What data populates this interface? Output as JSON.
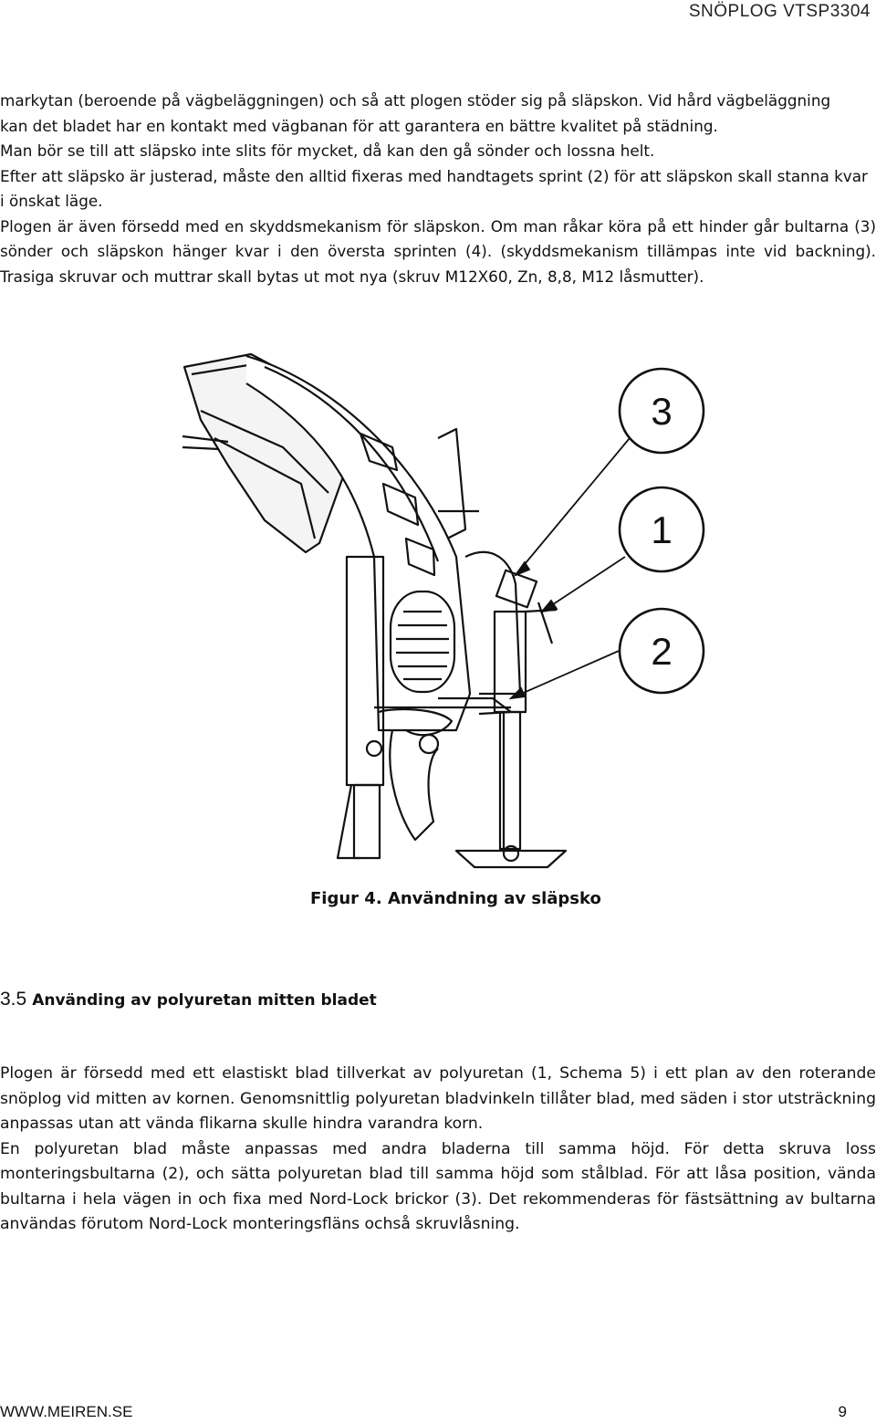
{
  "header": {
    "doc_title": "SNÖPLOG VTSP3304"
  },
  "intro": {
    "lines": [
      "markytan (beroende på vägbeläggningen) och så att plogen stöder sig på släpskon. Vid hård vägbeläggning",
      "kan det bladet har en kontakt med vägbanan för att garantera en bättre kvalitet på städning.",
      "Man bör se till att släpsko inte slits för mycket, då kan den gå sönder och lossna helt.",
      "Efter att släpsko är justerad, måste den alltid fixeras med handtagets sprint (2) för att släpskon skall stanna kvar i önskat läge.",
      "Plogen är även försedd med en skyddsmekanism för släpskon. Om man råkar köra på ett hinder går bultarna (3) sönder och släpskon hänger kvar i den översta sprinten (4). (skyddsmekanism tillämpas inte vid backning). Trasiga skruvar och muttrar skall bytas ut mot nya (skruv M12X60, Zn, 8,8, M12 låsmutter)."
    ]
  },
  "figure": {
    "callouts": [
      "3",
      "1",
      "2"
    ],
    "caption": "Figur 4. Användning av släpsko"
  },
  "section": {
    "number": "3.5",
    "title": "Använding av polyuretan mitten bladet",
    "paragraphs": [
      "Plogen är försedd med ett elastiskt blad tillverkat av polyuretan (1, Schema 5) i ett plan av den roterande snöplog vid mitten av kornen. Genomsnittlig polyuretan bladvinkeln tillåter blad, med säden i stor utsträckning anpassas utan att vända flikarna skulle hindra varandra korn.",
      "En polyuretan blad  måste anpassas med andra bladerna till samma höjd. För detta skruva loss monteringsbultarna (2), och sätta polyuretan blad till samma höjd som stålblad. För att låsa position, vända bultarna i hela vägen in och fixa med Nord-Lock brickor (3). Det rekommenderas för fästsättning av bultarna användas förutom Nord-Lock monteringsfläns ochså skruvlåsning."
    ]
  },
  "footer": {
    "website": "WWW.MEIREN.SE",
    "page_number": "9"
  }
}
